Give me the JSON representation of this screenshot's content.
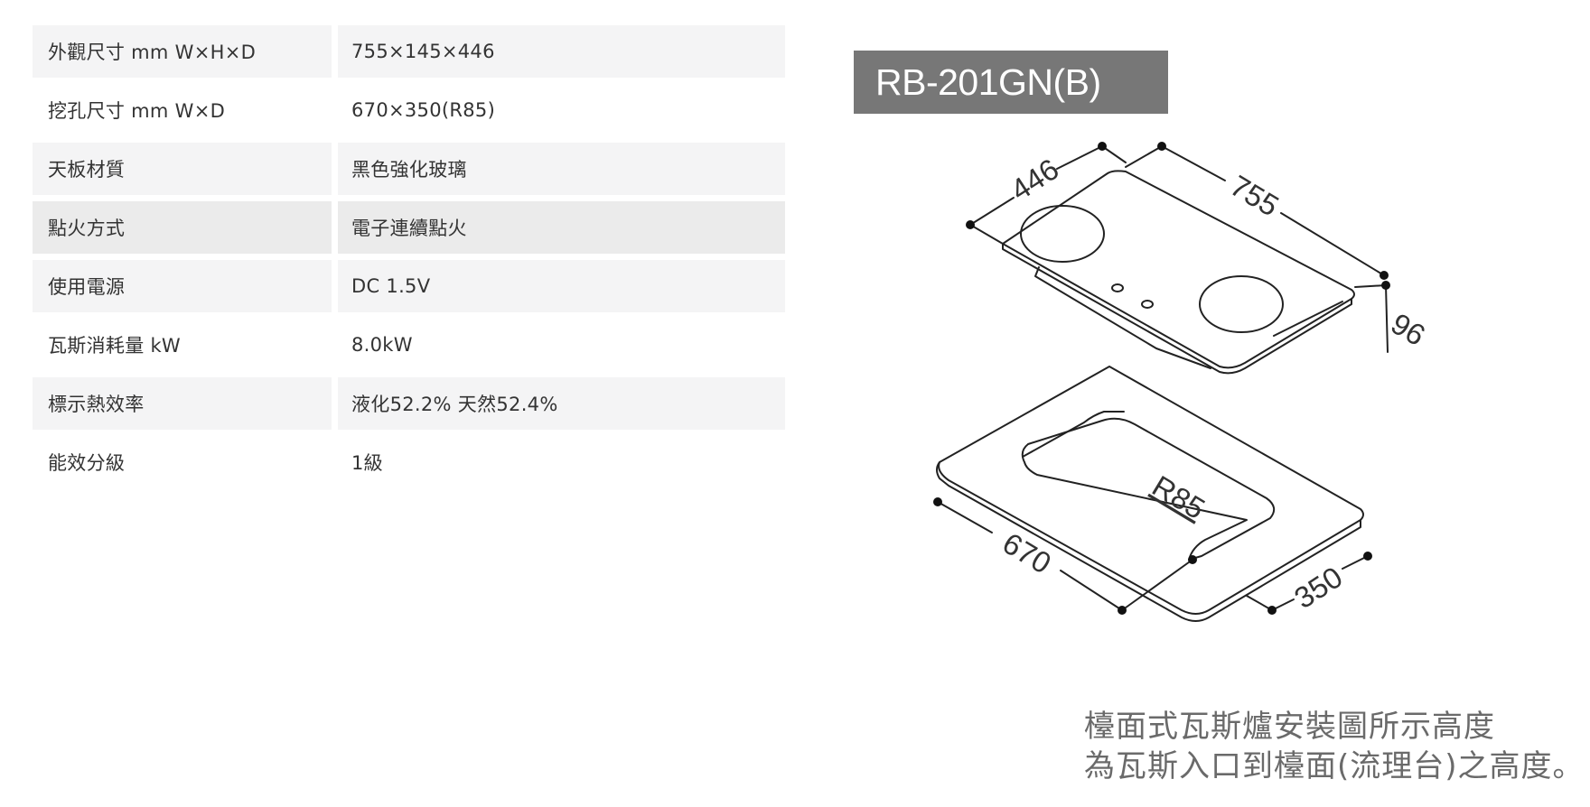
{
  "specs": [
    {
      "label": "外觀尺寸 mm W×H×D",
      "value": "755×145×446"
    },
    {
      "label": "挖孔尺寸 mm W×D",
      "value": "670×350(R85)"
    },
    {
      "label": "天板材質",
      "value": "黑色強化玻璃"
    },
    {
      "label": "點火方式",
      "value": "電子連續點火"
    },
    {
      "label": "使用電源",
      "value": "DC 1.5V"
    },
    {
      "label": "瓦斯消耗量 kW",
      "value": "8.0kW"
    },
    {
      "label": "標示熱效率",
      "value": "液化52.2% 天然52.4%"
    },
    {
      "label": "能效分級",
      "value": "1級"
    }
  ],
  "model": "RB-201GN(B)",
  "dimensions": {
    "depth": "446",
    "width": "755",
    "height": "96",
    "radius": "R85",
    "cutout_width": "670",
    "cutout_depth": "350"
  },
  "note": {
    "line1": "檯面式瓦斯爐安裝圖所示高度",
    "line2": "為瓦斯入口到檯面(流理台)之高度。"
  }
}
